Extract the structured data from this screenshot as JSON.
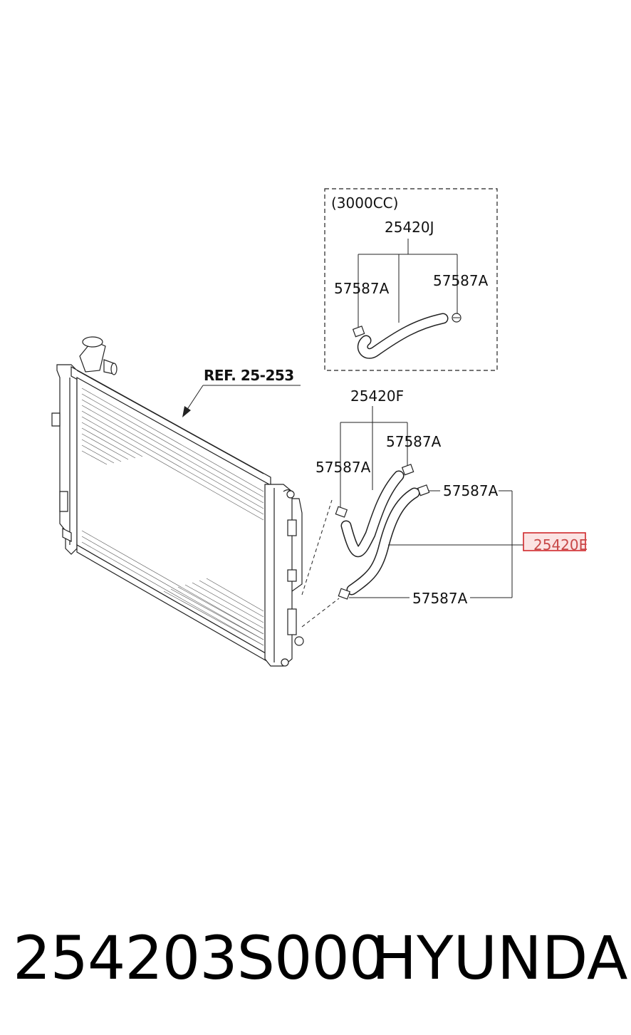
{
  "diagram": {
    "group_label": "(3000CC)",
    "ref_label": "REF. 25-253",
    "callouts": {
      "hose_3000cc": "25420J",
      "clamp_3000cc_left": "57587A",
      "clamp_3000cc_right": "57587A",
      "hose_f": "25420F",
      "clamp_f_left": "57587A",
      "clamp_f_right": "57587A",
      "clamp_e_upper": "57587A",
      "hose_e_highlighted": "25420E",
      "clamp_e_lower": "57587A"
    },
    "highlight_color": "#d0282c"
  },
  "footer": {
    "part_number": "254203S000",
    "brand": "HYUNDAI"
  }
}
